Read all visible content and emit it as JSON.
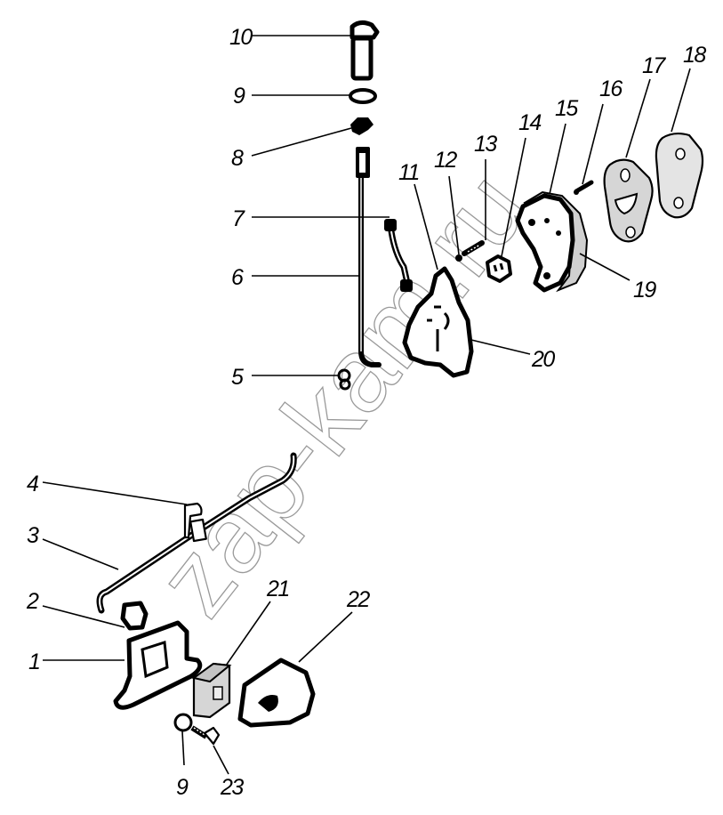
{
  "diagram": {
    "type": "exploded-parts-diagram",
    "watermark": "zap-kam.ru",
    "colors": {
      "background": "#ffffff",
      "lines": "#000000",
      "shaded_part": "#d6d6d6",
      "watermark": "#9a9a9a"
    },
    "callouts": [
      {
        "id": "10",
        "label": "10",
        "part": "knob"
      },
      {
        "id": "9a",
        "label": "9",
        "part": "washer"
      },
      {
        "id": "8",
        "label": "8",
        "part": "bushing"
      },
      {
        "id": "7",
        "label": "7",
        "part": "short-rod"
      },
      {
        "id": "6",
        "label": "6",
        "part": "lock-rod"
      },
      {
        "id": "5",
        "label": "5",
        "part": "clip"
      },
      {
        "id": "4",
        "label": "4",
        "part": "rod-holder"
      },
      {
        "id": "3",
        "label": "3",
        "part": "long-rod"
      },
      {
        "id": "2",
        "label": "2",
        "part": "handle-lever"
      },
      {
        "id": "1",
        "label": "1",
        "part": "inner-handle"
      },
      {
        "id": "11",
        "label": "11",
        "part": "lock-lever"
      },
      {
        "id": "12",
        "label": "12",
        "part": "nut"
      },
      {
        "id": "13",
        "label": "13",
        "part": "screw"
      },
      {
        "id": "14",
        "label": "14",
        "part": "bushing-nut"
      },
      {
        "id": "15",
        "label": "15",
        "part": "lock-housing"
      },
      {
        "id": "16",
        "label": "16",
        "part": "screw"
      },
      {
        "id": "17",
        "label": "17",
        "part": "gasket"
      },
      {
        "id": "18",
        "label": "18",
        "part": "plate"
      },
      {
        "id": "19",
        "label": "19",
        "part": "seal"
      },
      {
        "id": "20",
        "label": "20",
        "part": "lock-mechanism"
      },
      {
        "id": "21",
        "label": "21",
        "part": "pad"
      },
      {
        "id": "22",
        "label": "22",
        "part": "handle-cover"
      },
      {
        "id": "9b",
        "label": "9",
        "part": "washer"
      },
      {
        "id": "23",
        "label": "23",
        "part": "bolt"
      }
    ]
  }
}
